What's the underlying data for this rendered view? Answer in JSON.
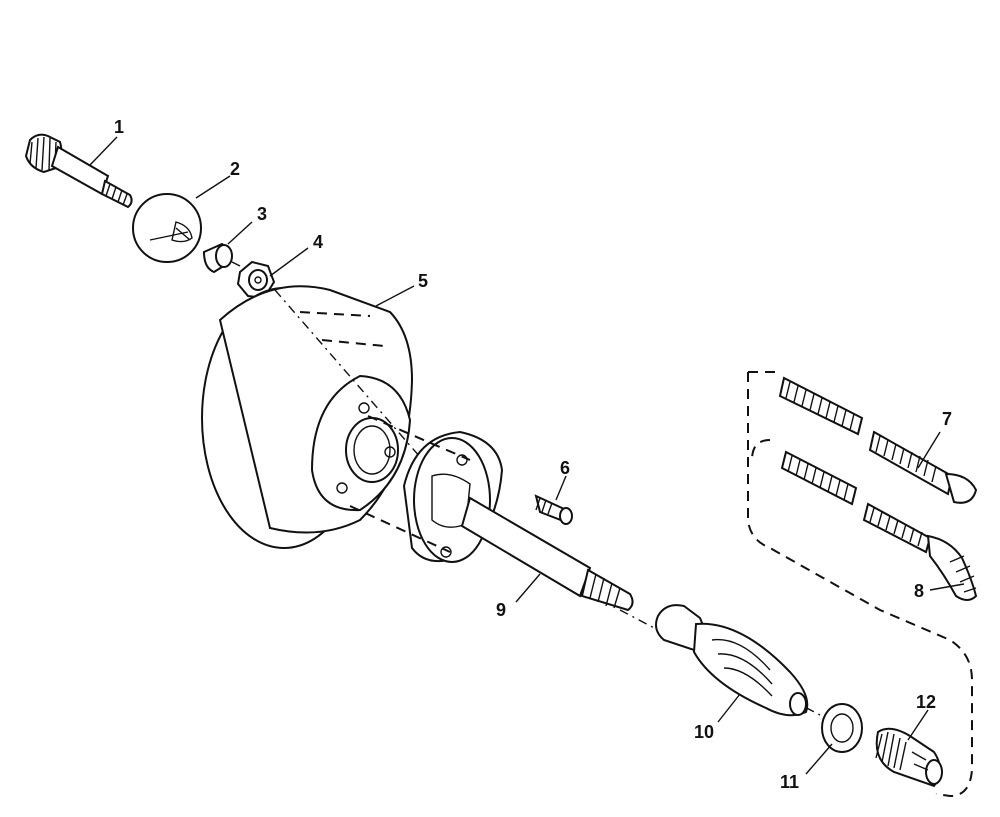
{
  "callouts": [
    "1",
    "2",
    "3",
    "4",
    "5",
    "6",
    "7",
    "8",
    "9",
    "10",
    "11",
    "12"
  ],
  "parts": [
    {
      "callout": "1",
      "icon": "knurled-screw-icon"
    },
    {
      "callout": "2",
      "icon": "ball-knob-icon"
    },
    {
      "callout": "3",
      "icon": "spacer-icon"
    },
    {
      "callout": "4",
      "icon": "hex-nut-icon"
    },
    {
      "callout": "5",
      "icon": "drum-icon"
    },
    {
      "callout": "6",
      "icon": "set-screw-icon"
    },
    {
      "callout": "7",
      "icon": "cable-with-bulb-tip-icon"
    },
    {
      "callout": "8",
      "icon": "cable-with-bent-tip-icon"
    },
    {
      "callout": "9",
      "icon": "flanged-shaft-icon"
    },
    {
      "callout": "10",
      "icon": "handle-grip-icon"
    },
    {
      "callout": "11",
      "icon": "washer-icon"
    },
    {
      "callout": "12",
      "icon": "drill-chuck-icon"
    }
  ],
  "colors": {
    "line": "#111111",
    "background": "#ffffff"
  }
}
